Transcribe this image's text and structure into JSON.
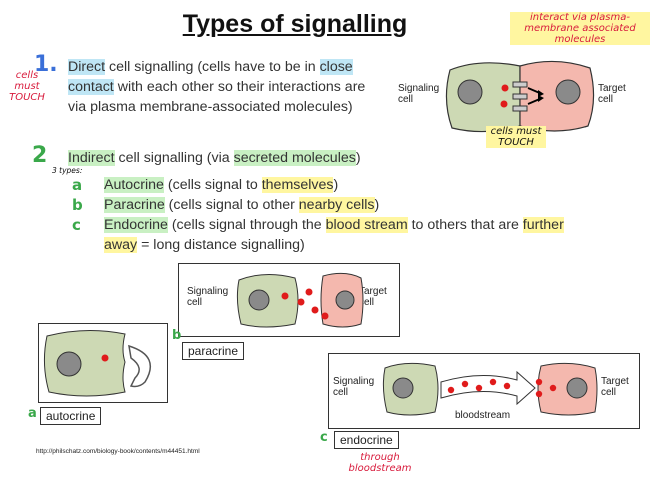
{
  "title": "Types of signalling",
  "item1": {
    "number": "1.",
    "part1": "Direct",
    "part2": " cell signalling (cells have to be in ",
    "part3": "close contact",
    "part4": " with each other so their interactions are via plasma membrane-associated molecules)"
  },
  "item1_side_note": "cells must TOUCH",
  "item2": {
    "number": "2",
    "part1": "Indirect",
    "part2": " cell signalling (via ",
    "part3": "secreted molecules",
    "part4": ")"
  },
  "three_types": "3 types:",
  "sub_a": {
    "marker": "a",
    "part1": "Autocrine",
    "part2": " (cells signal to ",
    "part3": "themselves",
    "part4": ")"
  },
  "sub_b": {
    "marker": "b",
    "part1": "Paracrine",
    "part2": " (cells signal to other ",
    "part3": "nearby cells",
    "part4": ")"
  },
  "sub_c": {
    "marker": "c",
    "part1": "Endocrine",
    "part2": " (cells signal through the ",
    "part3": "blood stream",
    "part4": " to others that are ",
    "part5": "further away",
    "part6": " = long distance signalling)"
  },
  "direct_diagram": {
    "signaling_cell": "Signaling\ncell",
    "target_cell": "Target\ncell",
    "annotation_top": "interact via plasma-membrane associated molecules",
    "annotation_bottom": "cells must TOUCH"
  },
  "paracrine_diagram": {
    "signaling_cell": "Signaling\ncell",
    "target_cell": "Target\ncell",
    "label": "paracrine",
    "marker": "b"
  },
  "autocrine_diagram": {
    "label": "autocrine",
    "marker": "a"
  },
  "endocrine_diagram": {
    "signaling_cell": "Signaling\ncell",
    "target_cell": "Target\ncell",
    "vessel_label": "bloodstream",
    "label": "endocrine",
    "marker": "c",
    "note": "through bloodstream"
  },
  "source_url": "http://philschatz.com/biology-book/contents/m44451.html",
  "colors": {
    "cell_green": "#cdd9b4",
    "cell_pink": "#f4b8ae",
    "molecule_red": "#e01b1b",
    "nucleus_gray": "#8a8a8a",
    "annotation_red": "#d81b3c",
    "number_green": "#3aa84a"
  }
}
